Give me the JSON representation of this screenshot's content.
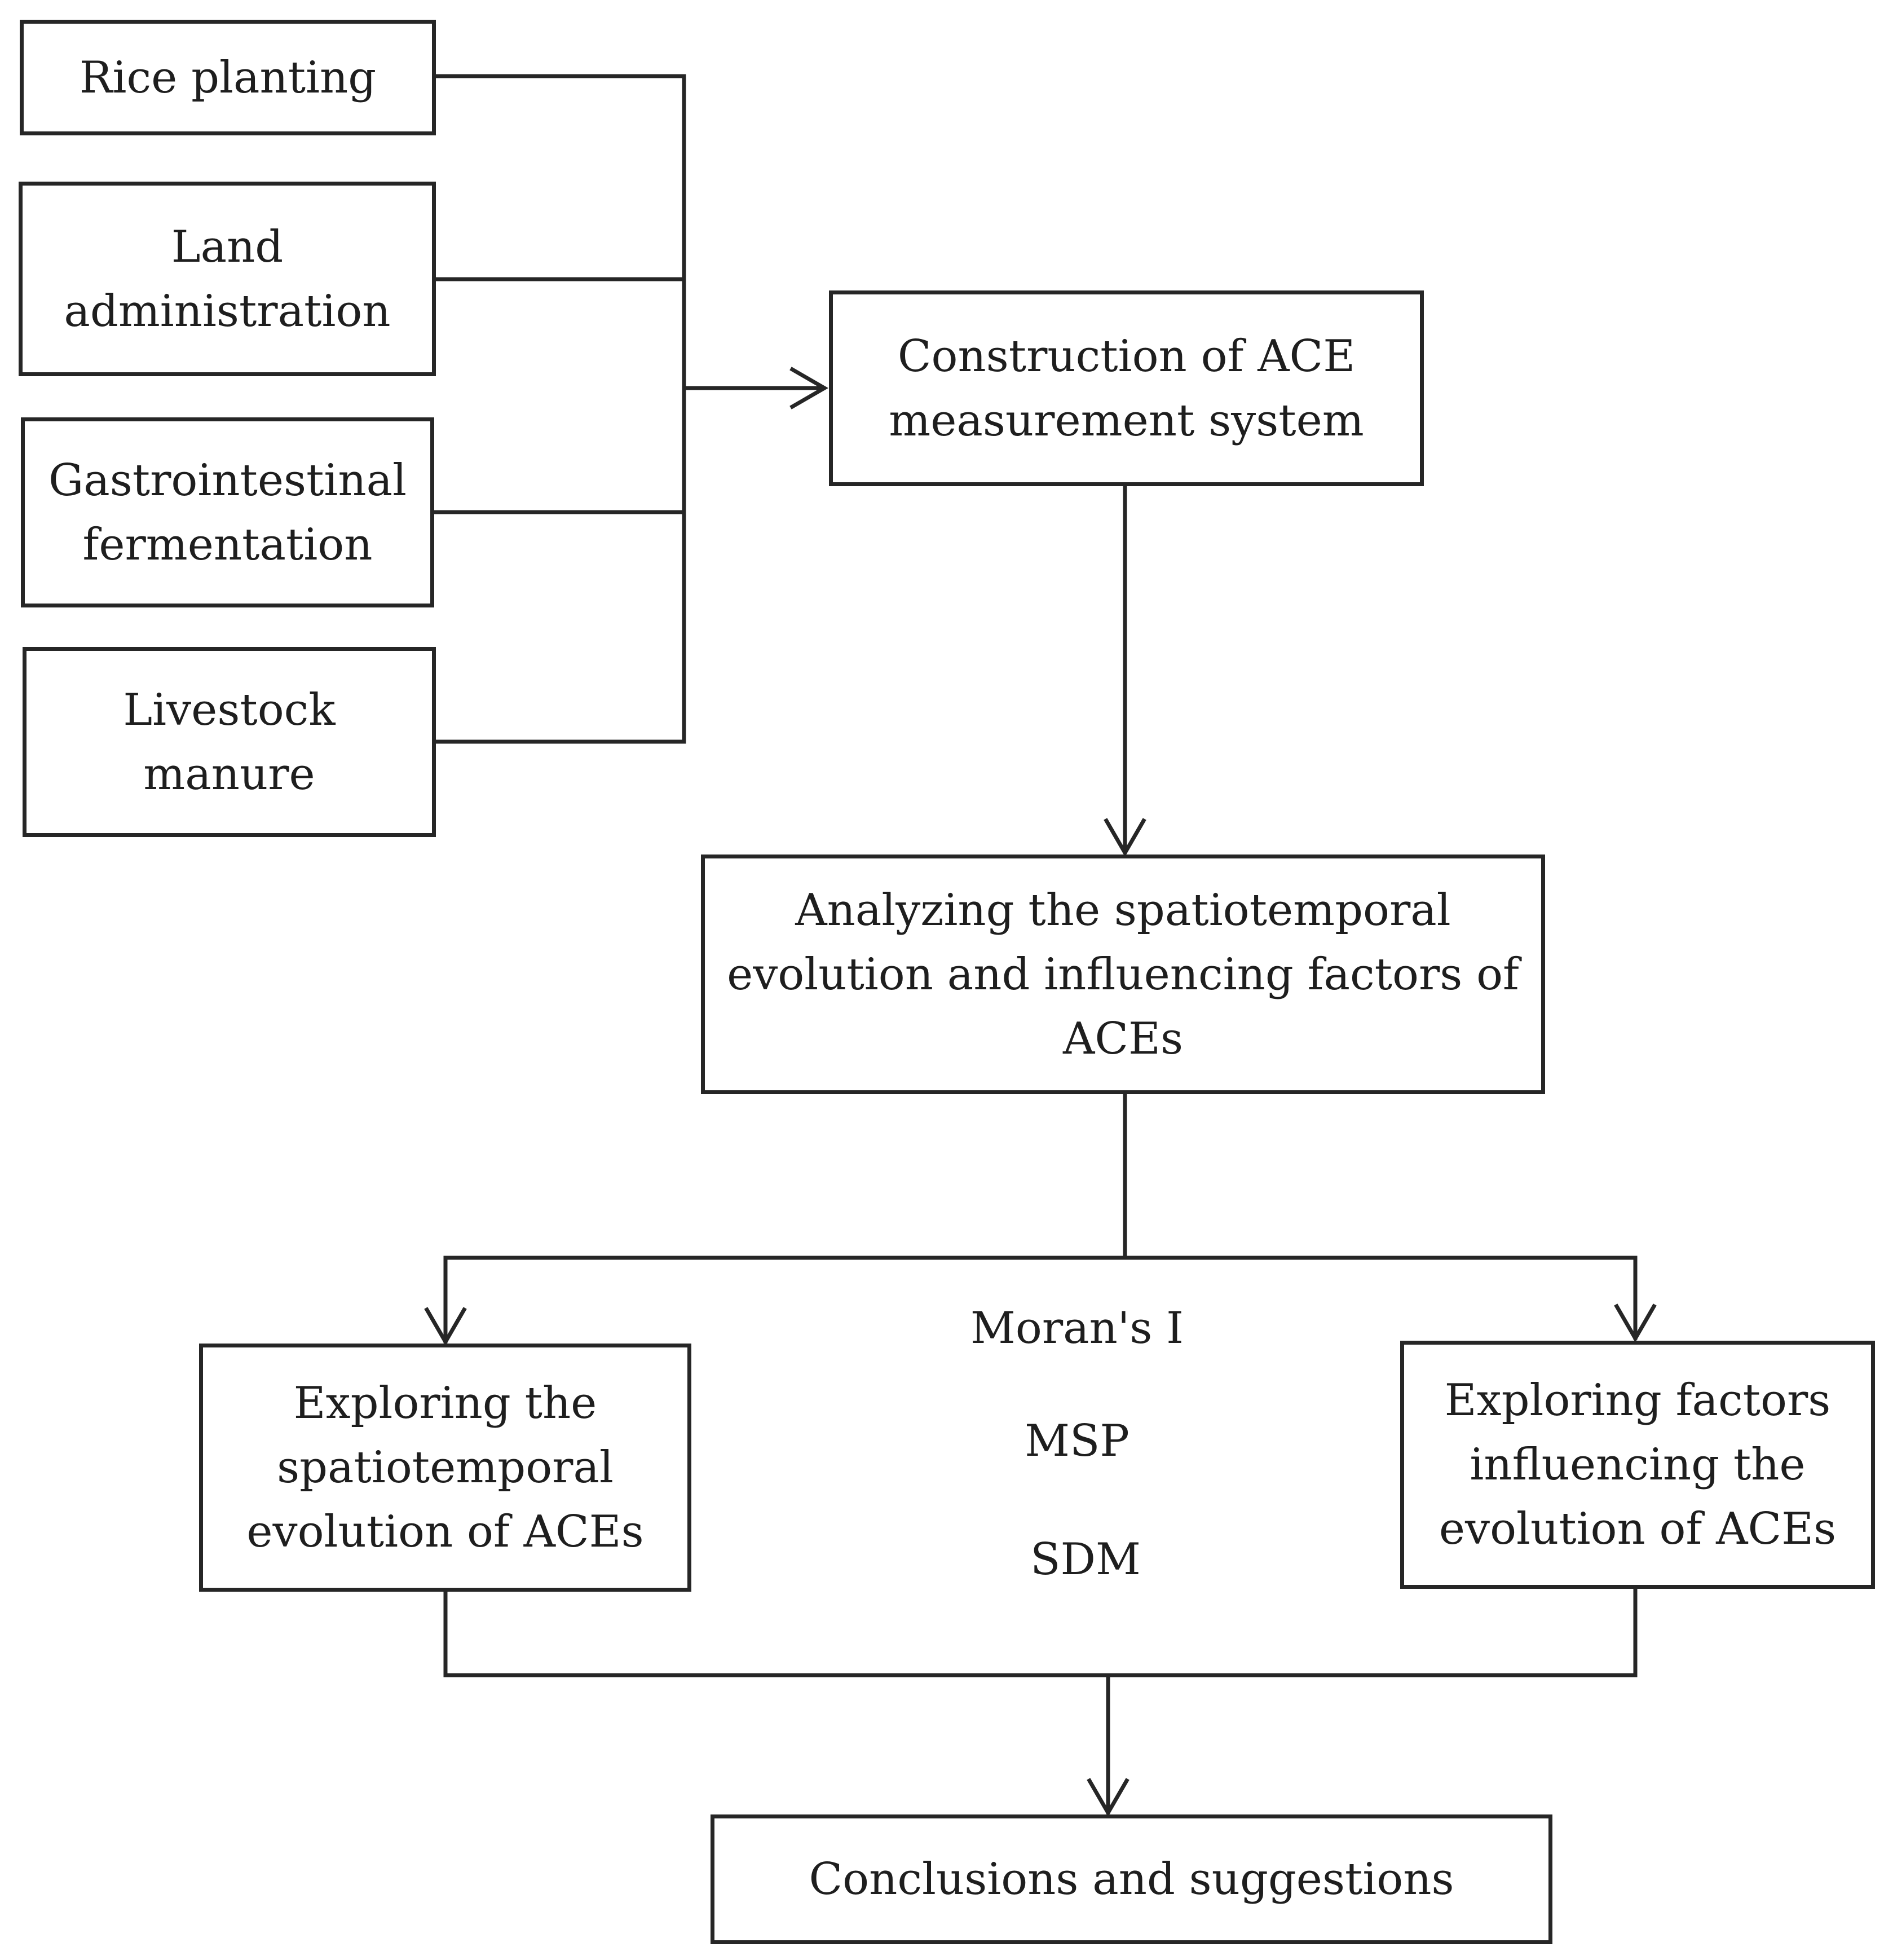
{
  "sources": {
    "rice_planting": "Rice planting",
    "land_administration": "Land\nadministration",
    "gastrointestinal_fermentation": "Gastrointestinal\nfermentation",
    "livestock_manure": "Livestock\nmanure"
  },
  "steps": {
    "construction": "Construction of ACE\nmeasurement system",
    "analyzing": "Analyzing the spatiotemporal\nevolution and influencing factors of\nACEs",
    "exploring_evolution": "Exploring the\nspatiotemporal\nevolution of ACEs",
    "exploring_factors": "Exploring factors\ninfluencing the\nevolution of ACEs",
    "conclusions": "Conclusions and suggestions"
  },
  "methods": {
    "morans_i": "Moran's I",
    "msp": "MSP",
    "sdm": "SDM"
  }
}
